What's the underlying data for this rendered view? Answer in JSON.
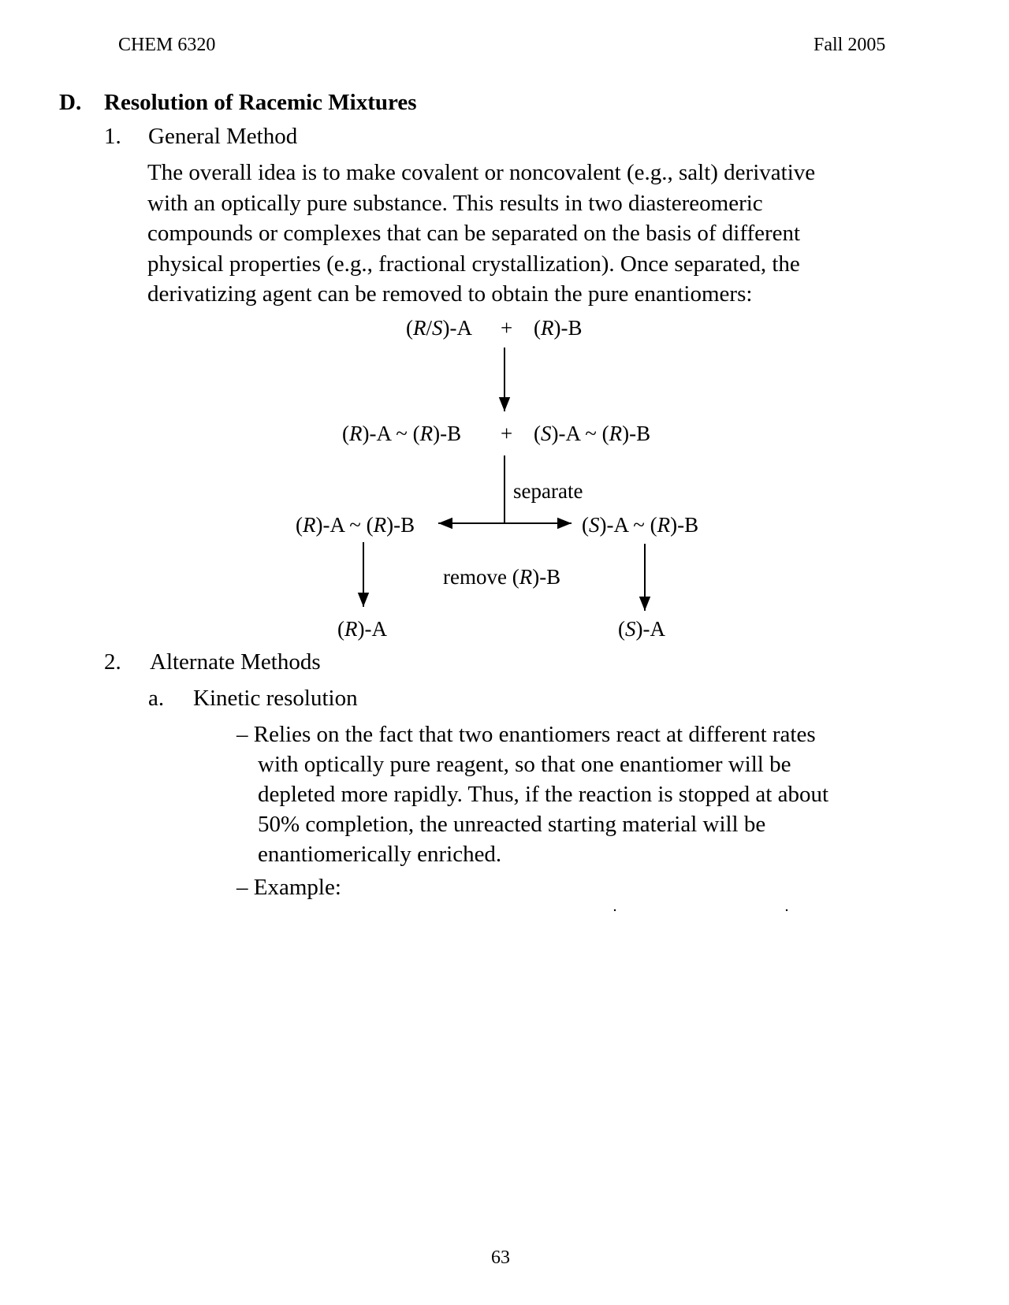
{
  "header": {
    "course": "CHEM 6320",
    "term": "Fall 2005"
  },
  "section": {
    "letter": "D.",
    "title": "Resolution of Racemic Mixtures"
  },
  "item1": {
    "number": "1.",
    "title": "General Method",
    "paragraph_lines": [
      "The overall idea is to make covalent or noncovalent (e.g., salt) derivative",
      "with an optically pure substance.  This results in two diastereomeric",
      "compounds or complexes that can be separated on the basis of different",
      "physical properties (e.g., fractional crystallization).  Once separated, the",
      "derivatizing agent can be removed to obtain the pure enantiomers:"
    ]
  },
  "scheme": {
    "reactant_a": "(R/S)-A",
    "plus": "+",
    "reactant_b": "(R)-B",
    "diastereomer_1": "(R)-A ~ (R)-B",
    "diastereomer_2": "(S)-A ~ (R)-B",
    "separate_label": "separate",
    "separated_left": "(R)-A ~ (R)-B",
    "separated_right": "(S)-A ~ (R)-B",
    "remove_label": "remove (R)-B",
    "product_left": "(R)-A",
    "product_right": "(S)-A"
  },
  "item2": {
    "number": "2.",
    "title": "Alternate Methods",
    "sub_a": {
      "letter": "a.",
      "title": "Kinetic resolution",
      "bullet1_lines": [
        "– Relies on the fact that two enantiomers react at different rates",
        "with optically pure reagent, so that one enantiomer will be",
        "depleted more rapidly.  Thus, if the reaction is stopped at about",
        "50% completion, the unreacted starting material will be",
        "enantiomerically enriched."
      ],
      "bullet2": "– Example:"
    }
  },
  "page_number": "63"
}
